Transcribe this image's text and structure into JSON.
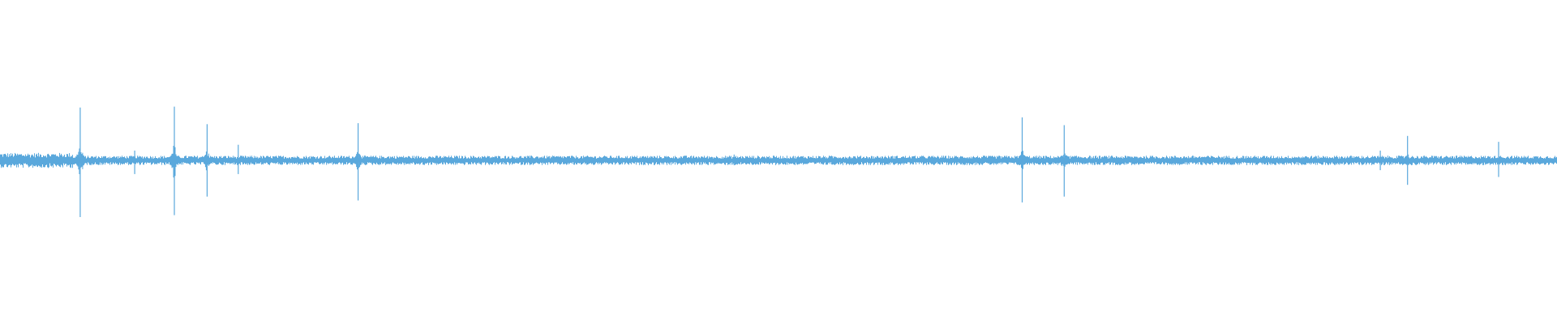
{
  "waveform": {
    "color": "#5aa8dc",
    "background": "#ffffff",
    "noise_level": 0.035,
    "spikes": [
      {
        "t": 0.0515,
        "peak": 0.54,
        "trough": 0.58
      },
      {
        "t": 0.0865,
        "peak": 0.1,
        "trough": 0.14
      },
      {
        "t": 0.112,
        "peak": 0.55,
        "trough": 0.56
      },
      {
        "t": 0.133,
        "peak": 0.37,
        "trough": 0.37
      },
      {
        "t": 0.153,
        "peak": 0.16,
        "trough": 0.14
      },
      {
        "t": 0.23,
        "peak": 0.38,
        "trough": 0.41
      },
      {
        "t": 0.4715,
        "peak": 0.06,
        "trough": 0.05
      },
      {
        "t": 0.6565,
        "peak": 0.44,
        "trough": 0.43
      },
      {
        "t": 0.6835,
        "peak": 0.36,
        "trough": 0.37
      },
      {
        "t": 0.8865,
        "peak": 0.1,
        "trough": 0.1
      },
      {
        "t": 0.904,
        "peak": 0.25,
        "trough": 0.25
      },
      {
        "t": 0.9625,
        "peak": 0.19,
        "trough": 0.17
      }
    ]
  }
}
